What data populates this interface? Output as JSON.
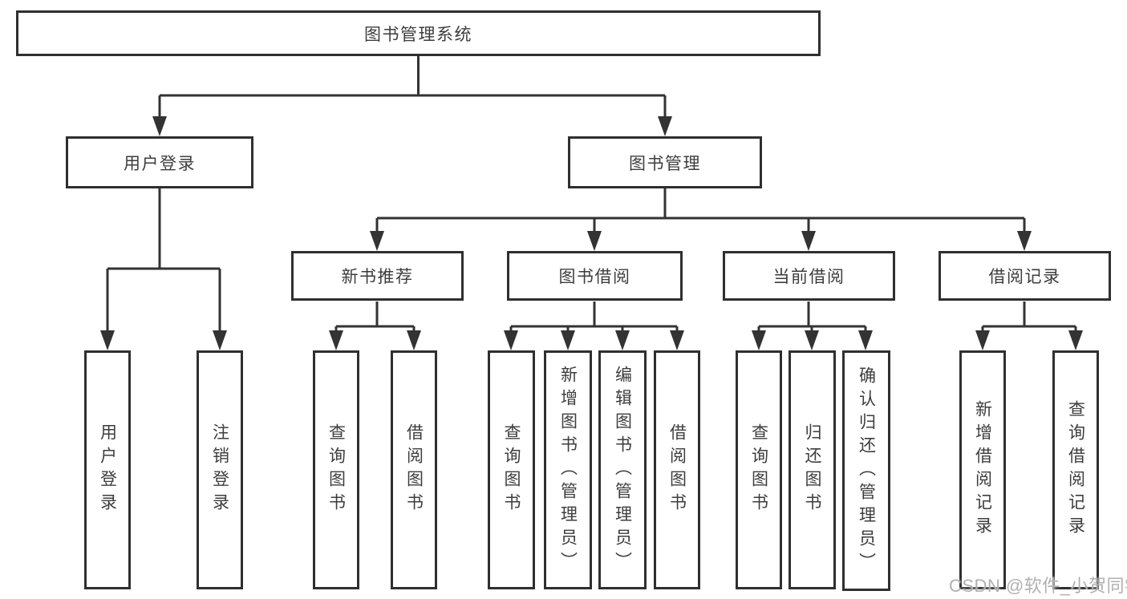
{
  "diagram": {
    "root": {
      "label": "图书管理系统"
    },
    "branches": [
      {
        "label": "用户登录",
        "children": [
          {
            "label": "用户登录"
          },
          {
            "label": "注销登录"
          }
        ]
      },
      {
        "label": "图书管理",
        "children": [
          {
            "label": "新书推荐",
            "children": [
              {
                "label": "查询图书"
              },
              {
                "label": "借阅图书"
              }
            ]
          },
          {
            "label": "图书借阅",
            "children": [
              {
                "label": "查询图书"
              },
              {
                "label": "新增图书（管理员）"
              },
              {
                "label": "编辑图书（管理员）"
              },
              {
                "label": "借阅图书"
              }
            ]
          },
          {
            "label": "当前借阅",
            "children": [
              {
                "label": "查询图书"
              },
              {
                "label": "归还图书"
              },
              {
                "label": "确认归还（管理员）"
              }
            ]
          },
          {
            "label": "借阅记录",
            "children": [
              {
                "label": "新增借阅记录"
              },
              {
                "label": "查询借阅记录"
              }
            ]
          }
        ]
      }
    ]
  },
  "watermark": {
    "text": "CSDN @软件_小贺同学"
  },
  "colors": {
    "line": "#333333",
    "box_border": "#2f2f2f",
    "box_fill": "#ffffff",
    "text": "#3d3d3d",
    "watermark": "#b0b0b0"
  }
}
